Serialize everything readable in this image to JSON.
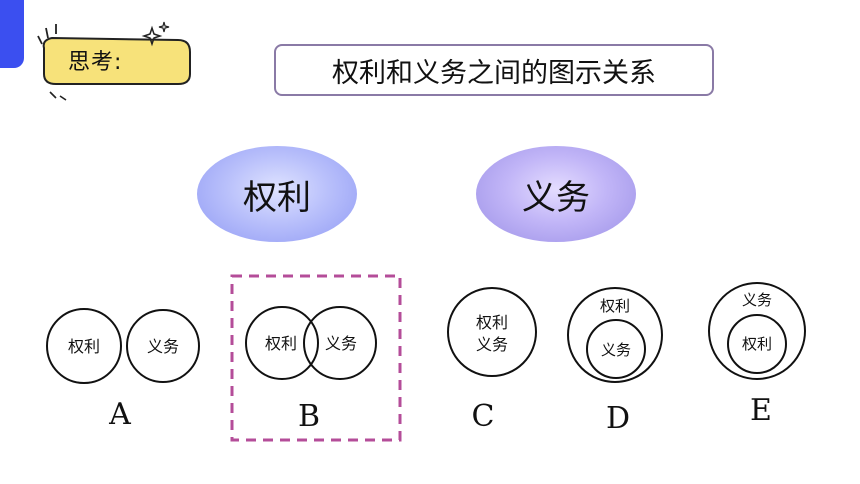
{
  "header": {
    "think_label": "思考:",
    "title": "权利和义务之间的图示关系"
  },
  "concepts": {
    "rights": "权利",
    "duties": "义务"
  },
  "options": [
    {
      "letter": "A",
      "relation": "separate",
      "label_1": "权利",
      "label_2": "义务"
    },
    {
      "letter": "B",
      "relation": "overlap",
      "label_1": "权利",
      "label_2": "义务",
      "selected": true
    },
    {
      "letter": "C",
      "relation": "identical",
      "label_1": "权利",
      "label_2": "义务"
    },
    {
      "letter": "D",
      "relation": "duties-inside-rights",
      "label_1": "权利",
      "label_2": "义务"
    },
    {
      "letter": "E",
      "relation": "rights-inside-duties",
      "label_1": "义务",
      "label_2": "权利"
    }
  ],
  "colors": {
    "accent_blue": "#3b4ff0",
    "badge_yellow": "#f7e27a",
    "selection_border": "#b44d99",
    "title_border": "#8a7aa6"
  }
}
